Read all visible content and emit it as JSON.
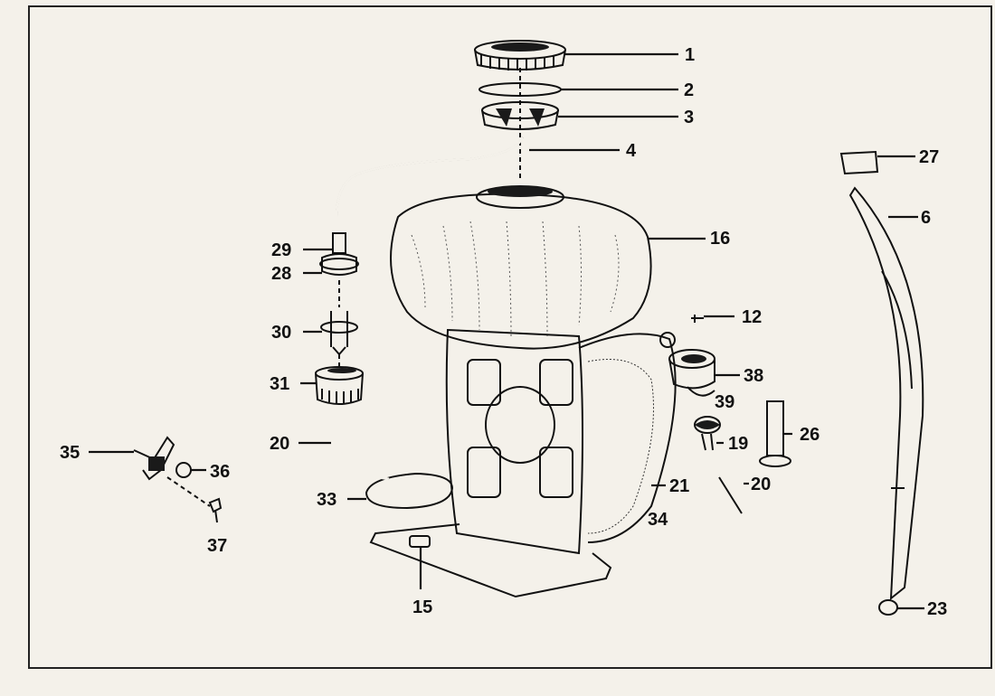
{
  "diagram": {
    "callouts": [
      {
        "id": "c1",
        "label": "1"
      },
      {
        "id": "c2",
        "label": "2"
      },
      {
        "id": "c3",
        "label": "3"
      },
      {
        "id": "c4",
        "label": "4"
      },
      {
        "id": "c16",
        "label": "16"
      },
      {
        "id": "c29",
        "label": "29"
      },
      {
        "id": "c28",
        "label": "28"
      },
      {
        "id": "c30",
        "label": "30"
      },
      {
        "id": "c31",
        "label": "31"
      },
      {
        "id": "c20a",
        "label": "20"
      },
      {
        "id": "c33",
        "label": "33"
      },
      {
        "id": "c35",
        "label": "35"
      },
      {
        "id": "c36",
        "label": "36"
      },
      {
        "id": "c37",
        "label": "37"
      },
      {
        "id": "c15",
        "label": "15"
      },
      {
        "id": "c12",
        "label": "12"
      },
      {
        "id": "c38",
        "label": "38"
      },
      {
        "id": "c39",
        "label": "39"
      },
      {
        "id": "c26",
        "label": "26"
      },
      {
        "id": "c19",
        "label": "19"
      },
      {
        "id": "c20b",
        "label": "20"
      },
      {
        "id": "c21",
        "label": "21"
      },
      {
        "id": "c34",
        "label": "34"
      },
      {
        "id": "c27",
        "label": "27"
      },
      {
        "id": "c6",
        "label": "6"
      },
      {
        "id": "c23",
        "label": "23"
      }
    ]
  }
}
